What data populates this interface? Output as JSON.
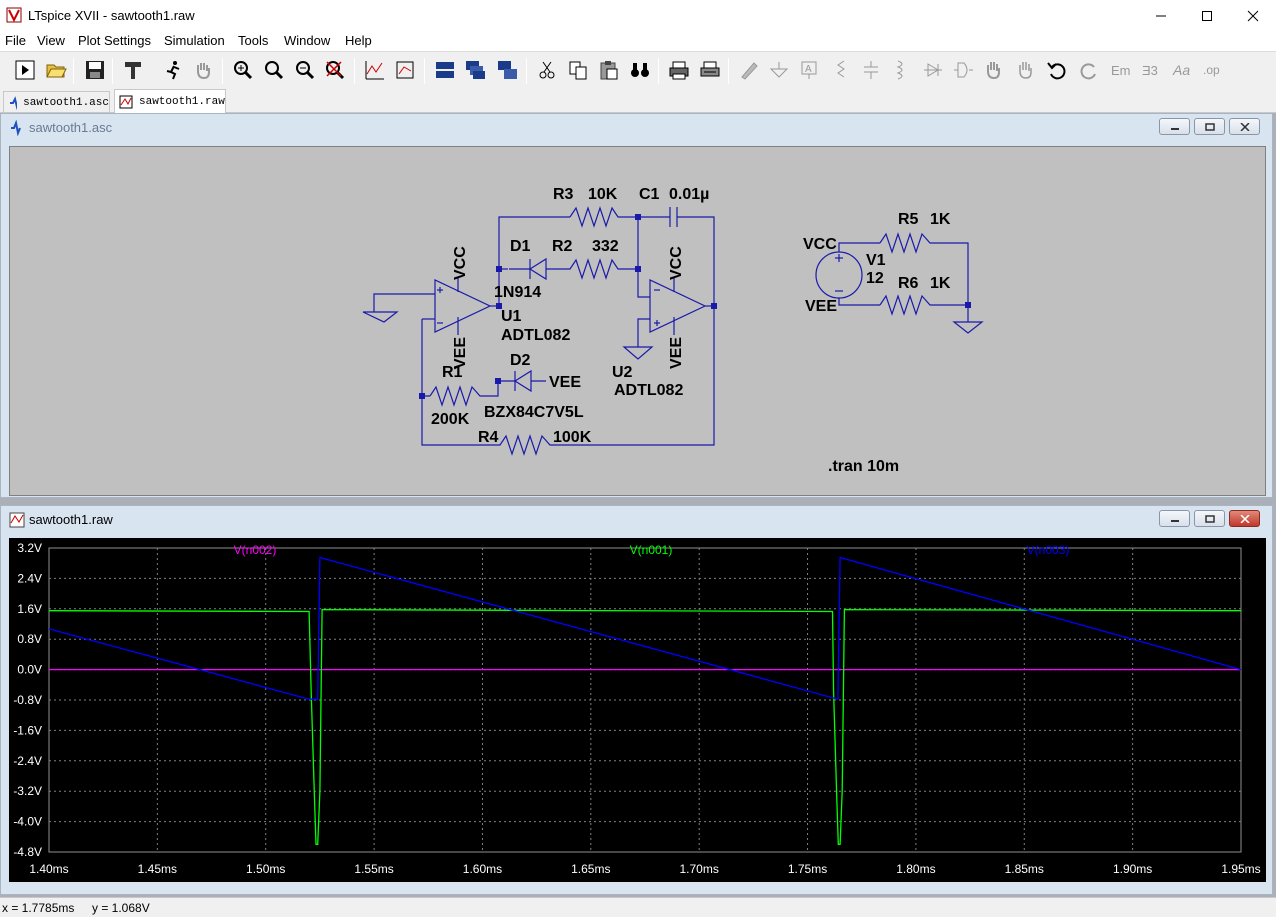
{
  "window": {
    "title": "LTspice XVII - sawtooth1.raw"
  },
  "menu": [
    "File",
    "View",
    "Plot Settings",
    "Simulation",
    "Tools",
    "Window",
    "Help"
  ],
  "tabs": [
    {
      "label": "sawtooth1.asc"
    },
    {
      "label": "sawtooth1.raw"
    }
  ],
  "schematic": {
    "title": "sawtooth1.asc",
    "labels": {
      "r3": "R3",
      "r3v": "10K",
      "c1": "C1",
      "c1v": "0.01µ",
      "d1": "D1",
      "d1v": "1N914",
      "r2": "R2",
      "r2v": "332",
      "vcc1": "VCC",
      "vcc2": "VCC",
      "vcc3": "VCC",
      "vee1": "VEE",
      "vee2": "VEE",
      "vee3": "VEE",
      "vee4": "VEE",
      "u1": "U1",
      "u1v": "ADTL082",
      "u2": "U2",
      "u2v": "ADTL082",
      "d2": "D2",
      "d2v": "BZX84C7V5L",
      "r1": "R1",
      "r1v": "200K",
      "r4": "R4",
      "r4v": "100K",
      "v1": "V1",
      "v1v": "12",
      "r5": "R5",
      "r5v": "1K",
      "r6": "R6",
      "r6v": "1K",
      "tran": ".tran 10m"
    }
  },
  "plot": {
    "title": "sawtooth1.raw"
  },
  "chart_data": {
    "type": "line",
    "series": [
      {
        "name": "V(n002)",
        "color": "#ff00ff"
      },
      {
        "name": "V(n001)",
        "color": "#00ff00"
      },
      {
        "name": "V(n003)",
        "color": "#0000ff"
      }
    ],
    "xlim": [
      1.4,
      1.95
    ],
    "ylim": [
      -4.8,
      3.2
    ],
    "xticks": [
      "1.40ms",
      "1.45ms",
      "1.50ms",
      "1.55ms",
      "1.60ms",
      "1.65ms",
      "1.70ms",
      "1.75ms",
      "1.80ms",
      "1.85ms",
      "1.90ms",
      "1.95ms"
    ],
    "yticks": [
      "3.2V",
      "2.4V",
      "1.6V",
      "0.8V",
      "0.0V",
      "-0.8V",
      "-1.6V",
      "-2.4V",
      "-3.2V",
      "-4.0V",
      "-4.8V"
    ],
    "grid": true,
    "v_n002": {
      "x": [
        1.4,
        1.95
      ],
      "y": [
        0.0,
        0.0
      ]
    },
    "v_n001": {
      "x": [
        1.4,
        1.4,
        1.52,
        1.521,
        1.5225,
        1.5232,
        1.524,
        1.525,
        1.526,
        1.7615,
        1.762,
        1.7635,
        1.7642,
        1.765,
        1.766,
        1.767,
        1.95
      ],
      "y": [
        1.55,
        1.55,
        1.53,
        -0.6,
        -3.4,
        -4.6,
        -4.6,
        -3.2,
        1.58,
        1.53,
        -0.6,
        -3.4,
        -4.6,
        -4.6,
        -3.2,
        1.58,
        1.55
      ]
    },
    "v_n003": {
      "x": [
        1.4,
        1.52,
        1.524,
        1.525,
        1.764,
        1.765,
        1.95
      ],
      "y": [
        1.07,
        -0.78,
        -0.78,
        2.95,
        -0.78,
        2.95,
        0.0
      ]
    }
  },
  "status": {
    "x": "x = 1.7785ms",
    "y": "y = 1.068V"
  }
}
